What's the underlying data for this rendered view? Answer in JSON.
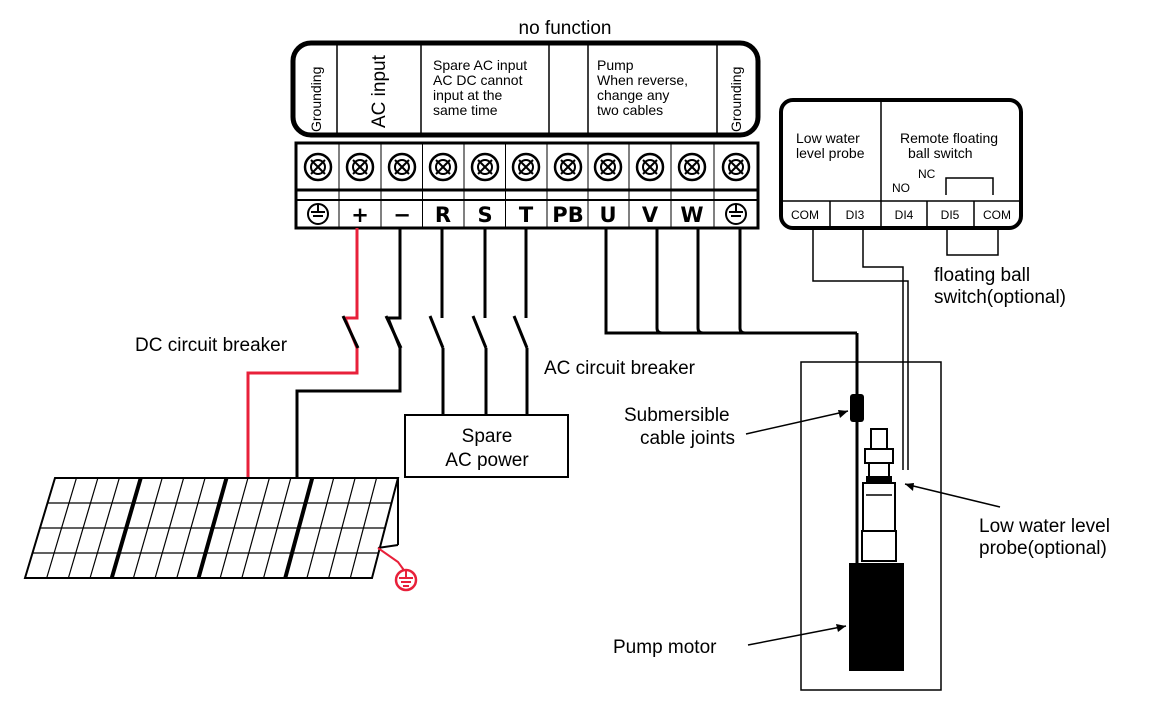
{
  "header_label": "no function",
  "terminal_header": {
    "grounding_left": "Grounding",
    "ac_input": "AC input",
    "spare_ac": [
      "Spare AC input",
      "AC DC cannot",
      "input at the",
      "same time"
    ],
    "pump": [
      "Pump",
      "When reverse,",
      "change any",
      "two cables"
    ],
    "grounding_right": "Grounding"
  },
  "terminals": [
    "⏚",
    "+",
    "−",
    "R",
    "S",
    "T",
    "PB",
    "U",
    "V",
    "W",
    "⏚"
  ],
  "io_box": {
    "probe_label": [
      "Low water",
      "level probe"
    ],
    "switch_label": [
      "Remote floating",
      "ball switch"
    ],
    "no_label": "NO",
    "nc_label": "NC",
    "terminals": [
      "COM",
      "DI3",
      "DI4",
      "DI5",
      "COM"
    ]
  },
  "labels": {
    "dc_breaker": "DC circuit breaker",
    "ac_breaker": "AC circuit breaker",
    "spare_ac_power": [
      "Spare",
      "AC power"
    ],
    "cable_joints": [
      "Submersible",
      "cable joints"
    ],
    "floating_ball": [
      "floating ball",
      "switch(optional)"
    ],
    "low_water_probe": [
      "Low water level",
      "probe(optional)"
    ],
    "pump_motor": "Pump motor"
  },
  "colors": {
    "dc_positive_wire": "#e8203a",
    "ground_symbol": "#e8203a",
    "line": "#000000"
  }
}
